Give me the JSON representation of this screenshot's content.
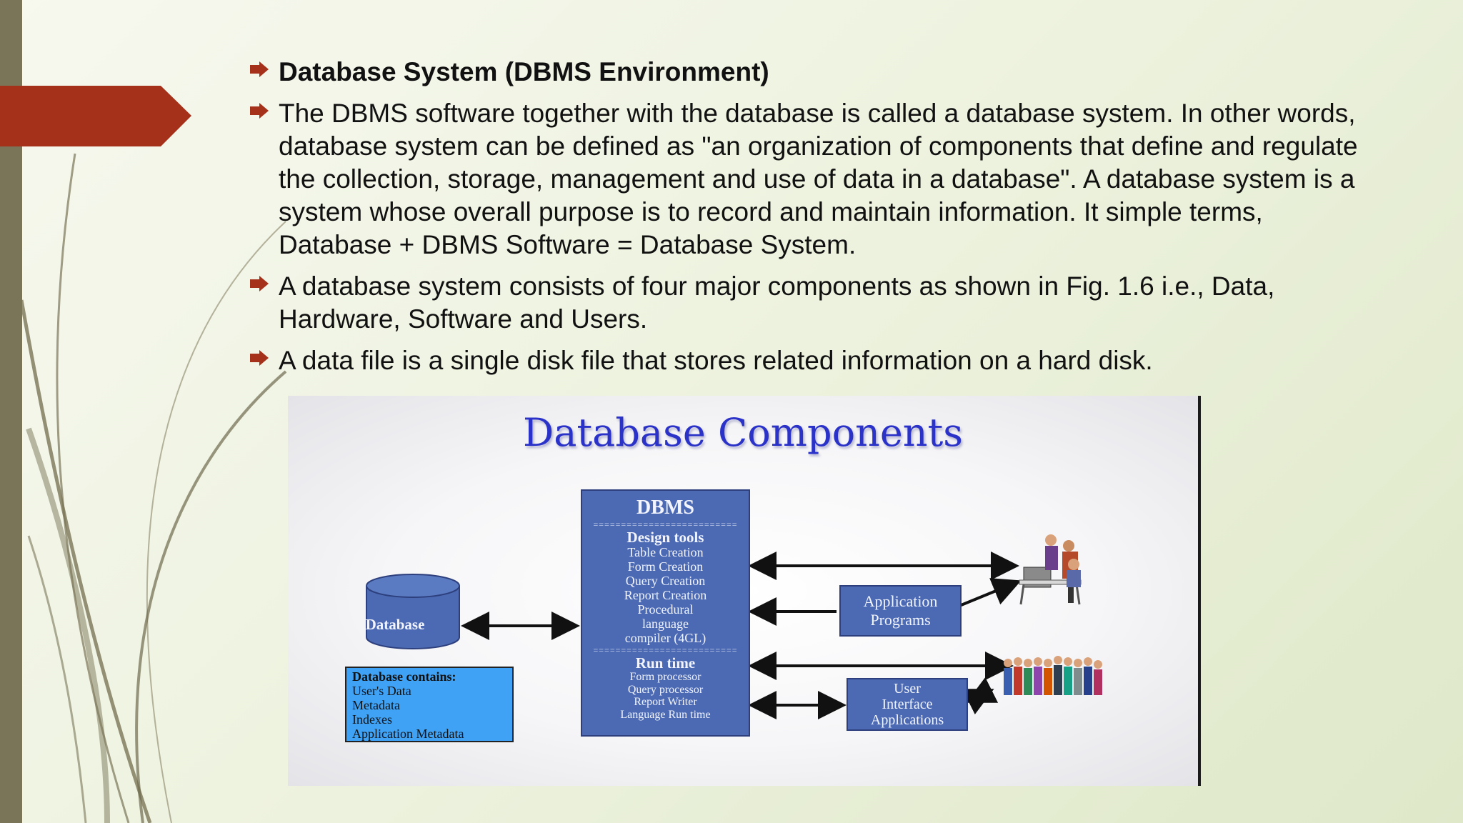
{
  "slide": {
    "bullets": [
      {
        "text": "Database System (DBMS Environment)",
        "bold": true
      },
      {
        "text": "The DBMS software together with the database is called a database system. In other words, database system can be defined as \"an organization of components that define and regulate the collection, storage, management and use of data in a database\". A database system is a system whose overall purpose is to record and maintain information. It simple terms, Database + DBMS Software = Database System.",
        "bold": false
      },
      {
        "text": "A database system consists of four major components as shown in Fig. 1.6 i.e., Data, Hardware, Software and Users.",
        "bold": false
      },
      {
        "text": "A data file is a single disk file that stores related information on a hard disk.",
        "bold": false
      }
    ],
    "colors": {
      "accent_arrow": "#a5311a",
      "bullet_icon": "#a5311a",
      "left_bar": "#7a7558",
      "diagram_box": "#4b6ab3",
      "contains_box": "#3fa2f5",
      "figure_title": "#2a32c8"
    }
  },
  "figure": {
    "title": "Database Components",
    "database_label": "Database",
    "dbms": {
      "heading": "DBMS",
      "design_title": "Design tools",
      "design_items": [
        "Table Creation",
        "Form Creation",
        "Query Creation",
        "Report Creation",
        "Procedural",
        "language",
        "compiler (4GL)"
      ],
      "runtime_title": "Run time",
      "runtime_items": [
        "Form processor",
        "Query processor",
        "Report Writer",
        "Language Run time"
      ]
    },
    "contains": {
      "title": "Database contains:",
      "items": [
        "User's Data",
        "Metadata",
        "Indexes",
        "Application Metadata"
      ]
    },
    "app_programs": [
      "Application",
      "Programs"
    ],
    "user_interface": [
      "User",
      "Interface",
      "Applications"
    ],
    "icons": [
      "database-cylinder-icon",
      "computer-workers-icon",
      "user-group-icon"
    ]
  }
}
